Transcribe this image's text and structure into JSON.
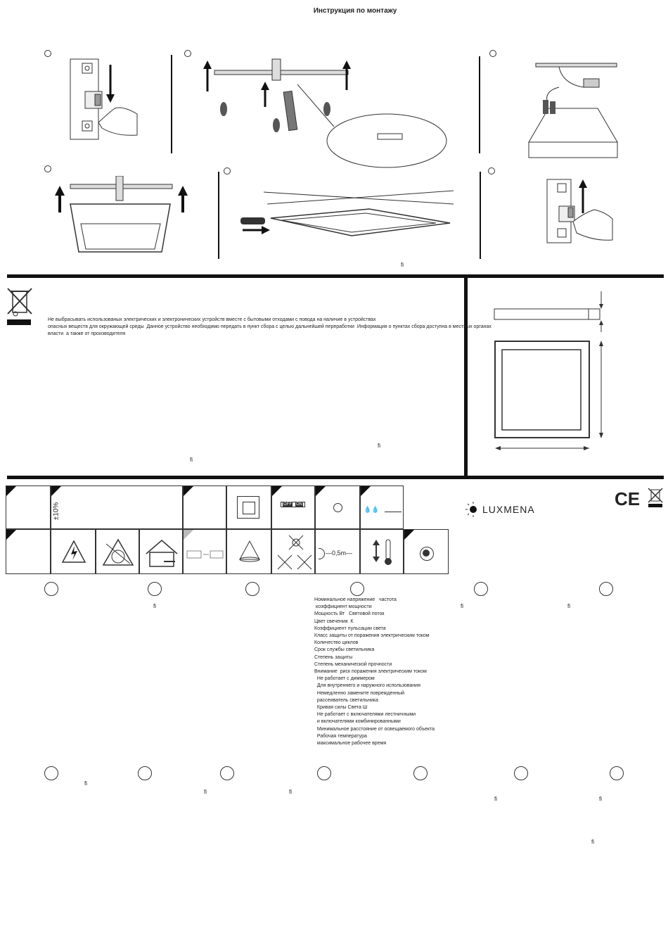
{
  "title": "Инструкция по монтажу",
  "fi": "ﬁ",
  "tolerance": "±10%",
  "brand": "LUXMENA",
  "ce": "CE",
  "off_label": "OFF",
  "on_label": "ON",
  "distance": "0,5m",
  "disposal": {
    "line1": "Не выбрасывать использованых электрических и электронических устройств вместе с бытовыми отходами с повода на наличие в устройствах",
    "line2": "опасных веществ для окружающей среды  Данное устройство необходимо передать в пункт сбора с целью дальнейшей переработки  Информация о пунктах сбора доступна в местных органах",
    "line3": "власти  а также от производителя"
  },
  "specs": [
    "Номинальное напряжение   частота",
    " коэффициент мощности",
    "Мощность Вт   Световой поток",
    "Цвет свечения  К",
    "Коэффициент пульсации света",
    "Класс защиты от поражения электрическим током",
    "Количество циклов",
    "Срок службы светильника",
    "Степень защиты",
    "Степень механической прочности",
    "Внимание  риск поражения электрическим током",
    "  Не работает с диммером",
    "  Для внутреннего и наружного использования",
    "  Немедленно замените поврежденный",
    "  рассеиватель светильника",
    "  Кривая силы Света Ш",
    "  Не работает с включателями лестничными",
    "  и включателями комбинированными",
    "  Минимальное расстояние от освещаемого объекта",
    "  Рабочая температура",
    "  максимальное рабочее время"
  ]
}
